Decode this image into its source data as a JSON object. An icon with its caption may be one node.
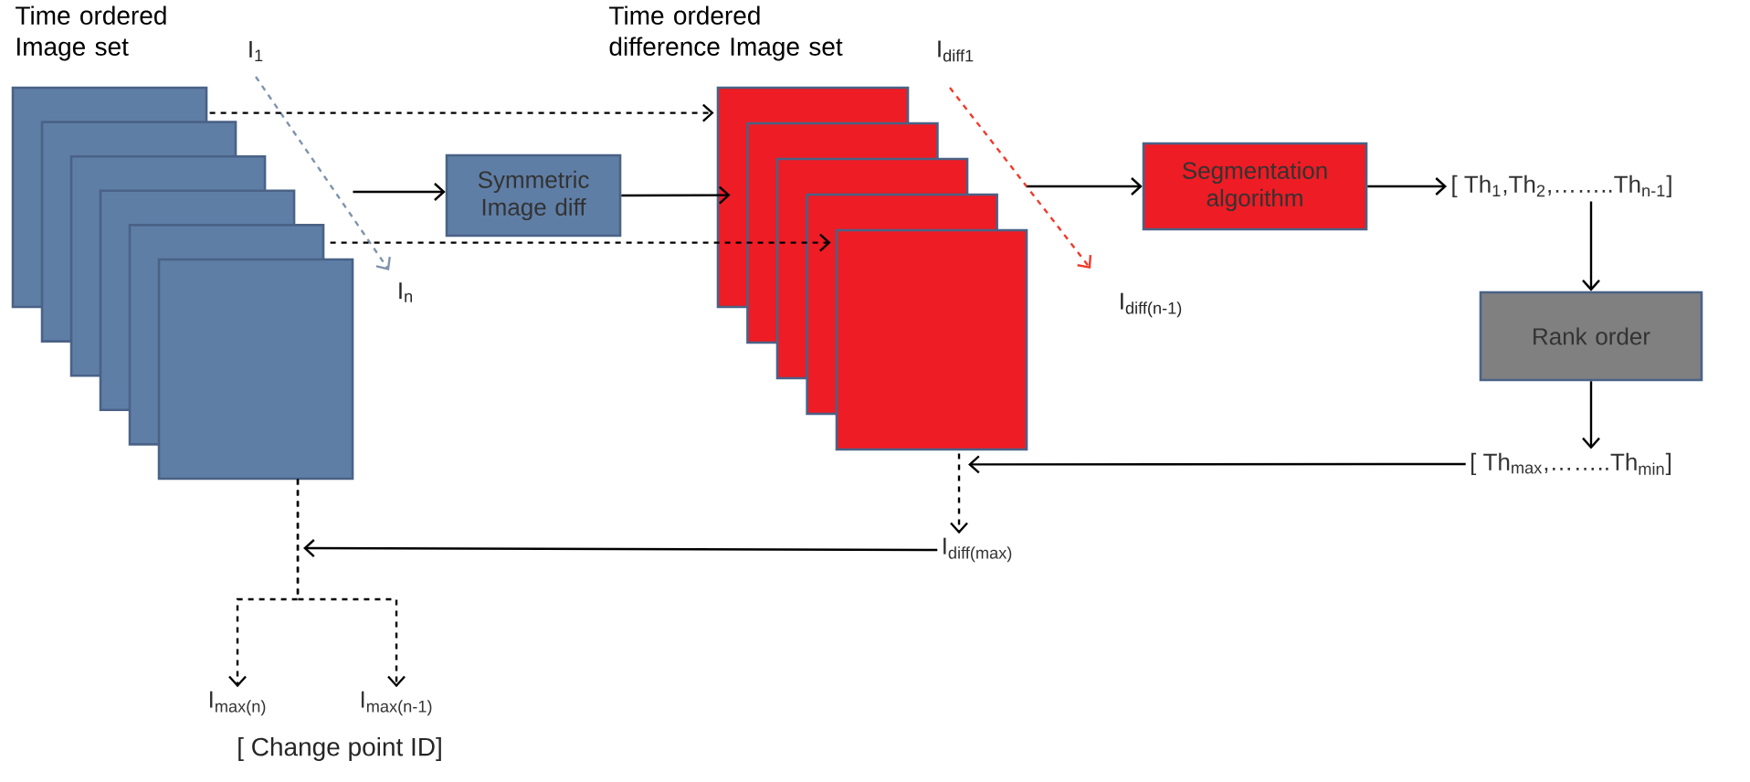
{
  "diagram": {
    "nodes": [
      {
        "text": [
          "Time ordered Image set"
        ]
      },
      {
        "text": [
          "Symmetric Image diff"
        ]
      },
      {
        "text": [
          "Time ordered difference Image set"
        ]
      },
      {
        "text": [
          "Segmentation algorithm"
        ]
      },
      {
        "text": [
          "[ Th$_{1}$,Th$_{2}$,……..Th$_{n-1}$]"
        ]
      },
      {
        "text": [
          "Rank order"
        ]
      },
      {
        "text": [
          "[ Th$_{max}$,……..Th$_{min}$]"
        ]
      },
      {
        "text": [
          "I$_{diff(max)}$"
        ]
      },
      {
        "text": [
          "I$_{max(n)}$"
        ]
      },
      {
        "text": [
          "I$_{max(n-1)}$"
        ]
      }
    ],
    "edges": [
      {
        "from": 0,
        "to": 2,
        "arrow": "to",
        "style": "dashed"
      },
      {
        "from": 0,
        "to": 2,
        "arrow": "to",
        "style": "dashed"
      },
      {
        "from": 0,
        "to": 1,
        "arrow": "to"
      },
      {
        "from": 1,
        "to": 2,
        "arrow": "to"
      },
      {
        "from": 2,
        "to": 3,
        "arrow": "to"
      },
      {
        "from": 3,
        "to": 4,
        "arrow": "to"
      },
      {
        "from": 4,
        "to": 5,
        "arrow": "to"
      },
      {
        "from": 5,
        "to": 6,
        "arrow": "to"
      },
      {
        "from": 6,
        "to": 2,
        "arrow": "to"
      },
      {
        "from": 2,
        "to": 7,
        "arrow": "to",
        "style": "dashed"
      },
      {
        "from": 7,
        "to": null,
        "arrow": "to"
      },
      {
        "from": 0,
        "to": 8,
        "arrow": "to",
        "style": "dashed"
      },
      {
        "from": 0,
        "to": 9,
        "arrow": "to",
        "style": "dashed"
      }
    ],
    "labels": [
      "I$_{1}$",
      "I$_{n}$",
      "I$_{diff1}$",
      "I$_{diff(n-1)}$",
      "[ Change point ID]"
    ]
  }
}
